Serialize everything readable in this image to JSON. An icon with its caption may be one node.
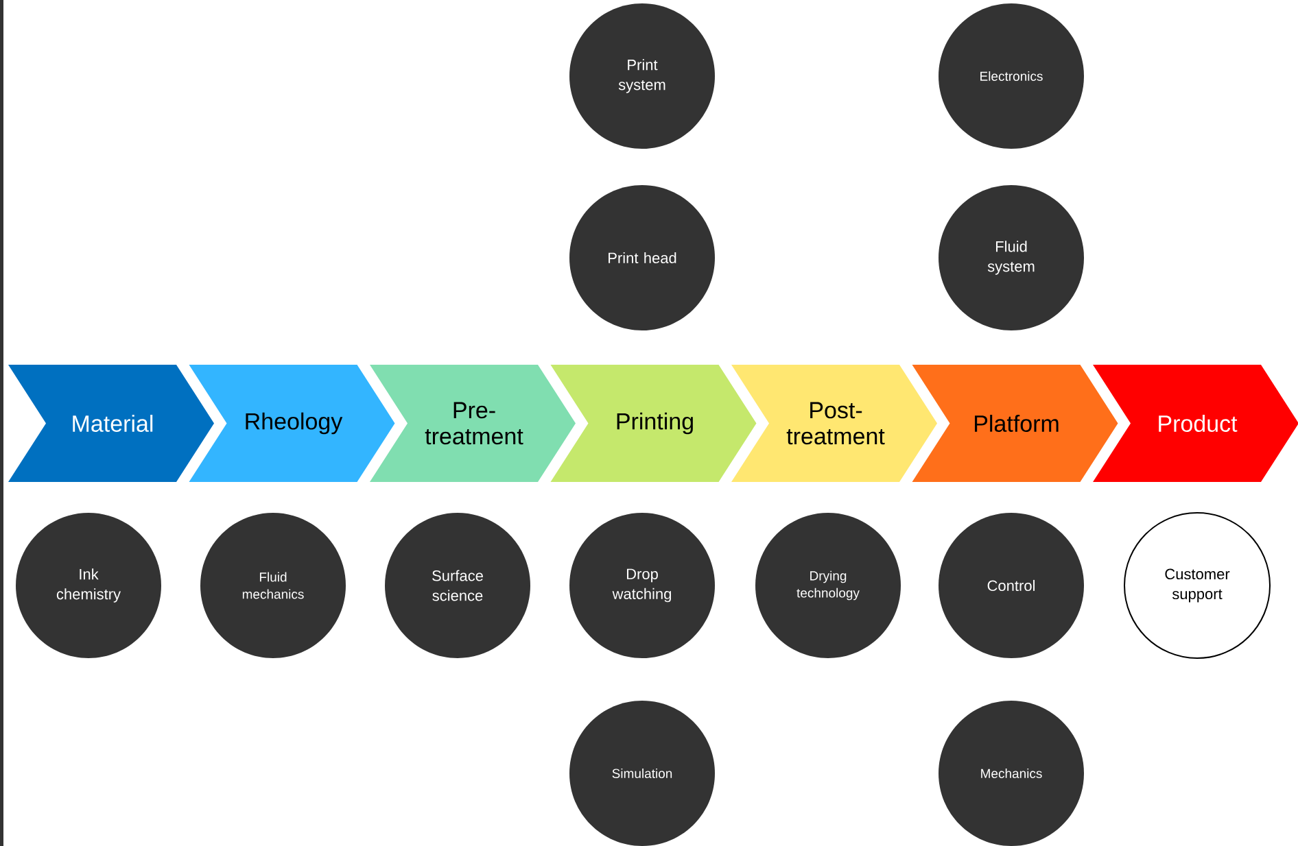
{
  "diagram": {
    "nodes": [
      {
        "text": [
          "Material"
        ]
      },
      {
        "text": [
          "Rheology"
        ]
      },
      {
        "text": [
          "Pre-treatment"
        ]
      },
      {
        "text": [
          "Printing"
        ]
      },
      {
        "text": [
          "Post-treatment"
        ]
      },
      {
        "text": [
          "Platform"
        ]
      },
      {
        "text": [
          "Product"
        ]
      },
      {
        "text": [
          "Print system"
        ]
      },
      {
        "text": [
          "Electronics"
        ]
      },
      {
        "text": [
          "Print head"
        ]
      },
      {
        "text": [
          "Fluid system"
        ]
      },
      {
        "text": [
          "Ink chemistry"
        ]
      },
      {
        "text": [
          "Fluid mechanics"
        ]
      },
      {
        "text": [
          "Surface science"
        ]
      },
      {
        "text": [
          "Drop watching"
        ]
      },
      {
        "text": [
          "Drying technology"
        ]
      },
      {
        "text": [
          "Control"
        ]
      },
      {
        "text": [
          "Customer support"
        ]
      },
      {
        "text": [
          "Simulation"
        ]
      },
      {
        "text": [
          "Mechanics"
        ]
      }
    ]
  }
}
